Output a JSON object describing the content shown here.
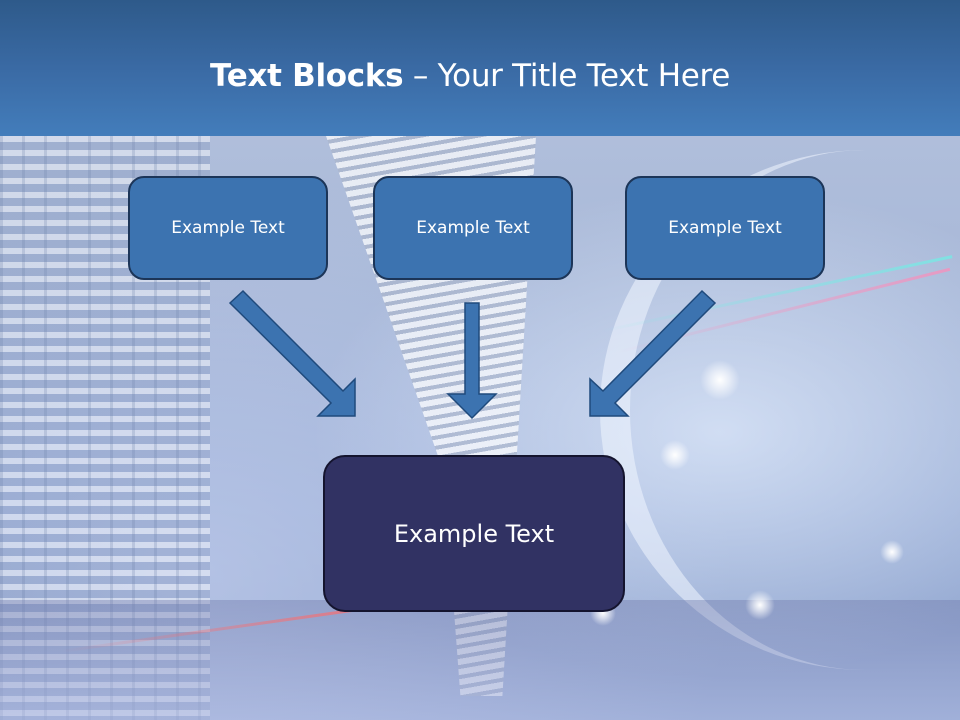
{
  "slide": {
    "title_bold": "Text Blocks",
    "title_separator": " – ",
    "title_regular": "Your Title Text Here"
  },
  "diagram": {
    "top_boxes": [
      {
        "label": "Example Text"
      },
      {
        "label": "Example Text"
      },
      {
        "label": "Example Text"
      }
    ],
    "bottom_box": {
      "label": "Example Text"
    },
    "arrows": [
      {
        "direction": "down-right"
      },
      {
        "direction": "down"
      },
      {
        "direction": "down-left"
      }
    ]
  },
  "colors": {
    "header": "#3a6aa4",
    "top_box_fill": "#3c73b0",
    "top_box_border": "#1c3558",
    "bottom_box_fill": "#313263",
    "arrow_fill": "#3c73b0",
    "arrow_border": "#1f4a7c"
  }
}
